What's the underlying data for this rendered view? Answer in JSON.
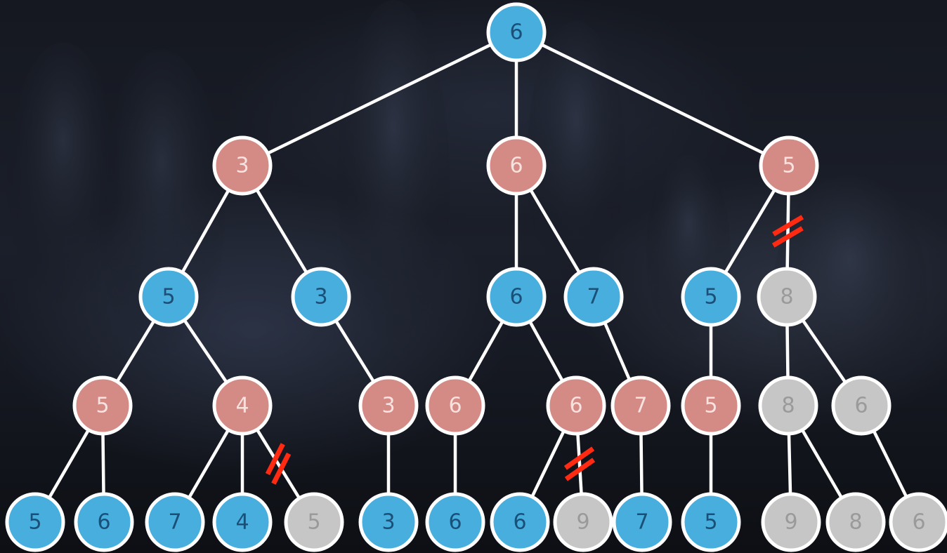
{
  "colors": {
    "background": "#14171f",
    "edge": "#ffffff",
    "node_stroke": "#ffffff",
    "max": "#48aedd",
    "min": "#d48a85",
    "pruned": "#c6c6c6",
    "max_text": "#1a4f78",
    "min_text": "#f6e2df",
    "pruned_text": "#9a9a9a",
    "cut_mark": "#ff2a12"
  },
  "icons": {
    "background": "chess-pieces-background",
    "cut": "pruning-cut-mark-icon"
  },
  "tree": {
    "root": {
      "value": "6",
      "kind": "max",
      "children": [
        {
          "value": "3",
          "kind": "min",
          "children": [
            {
              "value": "5",
              "kind": "max",
              "children": [
                {
                  "value": "5",
                  "kind": "min",
                  "children": [
                    {
                      "value": "5",
                      "kind": "max"
                    },
                    {
                      "value": "6",
                      "kind": "max"
                    }
                  ]
                },
                {
                  "value": "4",
                  "kind": "min",
                  "children": [
                    {
                      "value": "7",
                      "kind": "max"
                    },
                    {
                      "value": "4",
                      "kind": "max"
                    },
                    {
                      "value": "5",
                      "kind": "pruned",
                      "cut": true
                    }
                  ]
                }
              ]
            },
            {
              "value": "3",
              "kind": "max",
              "children": [
                {
                  "value": "3",
                  "kind": "min",
                  "children": [
                    {
                      "value": "3",
                      "kind": "max"
                    }
                  ]
                }
              ]
            }
          ]
        },
        {
          "value": "6",
          "kind": "min",
          "children": [
            {
              "value": "6",
              "kind": "max",
              "children": [
                {
                  "value": "6",
                  "kind": "min",
                  "children": [
                    {
                      "value": "6",
                      "kind": "max"
                    }
                  ]
                },
                {
                  "value": "6",
                  "kind": "min",
                  "children": [
                    {
                      "value": "6",
                      "kind": "max"
                    },
                    {
                      "value": "9",
                      "kind": "pruned",
                      "cut": true
                    }
                  ]
                }
              ]
            },
            {
              "value": "7",
              "kind": "max",
              "children": [
                {
                  "value": "7",
                  "kind": "min",
                  "children": [
                    {
                      "value": "7",
                      "kind": "max"
                    }
                  ]
                }
              ]
            }
          ]
        },
        {
          "value": "5",
          "kind": "min",
          "children": [
            {
              "value": "5",
              "kind": "max",
              "children": [
                {
                  "value": "5",
                  "kind": "min",
                  "children": [
                    {
                      "value": "5",
                      "kind": "max"
                    }
                  ]
                }
              ]
            },
            {
              "value": "8",
              "kind": "pruned",
              "cut": true,
              "children": [
                {
                  "value": "8",
                  "kind": "pruned",
                  "children": [
                    {
                      "value": "9",
                      "kind": "pruned"
                    },
                    {
                      "value": "8",
                      "kind": "pruned"
                    }
                  ]
                },
                {
                  "value": "6",
                  "kind": "pruned",
                  "children": [
                    {
                      "value": "6",
                      "kind": "pruned"
                    }
                  ]
                }
              ]
            }
          ]
        }
      ]
    }
  }
}
